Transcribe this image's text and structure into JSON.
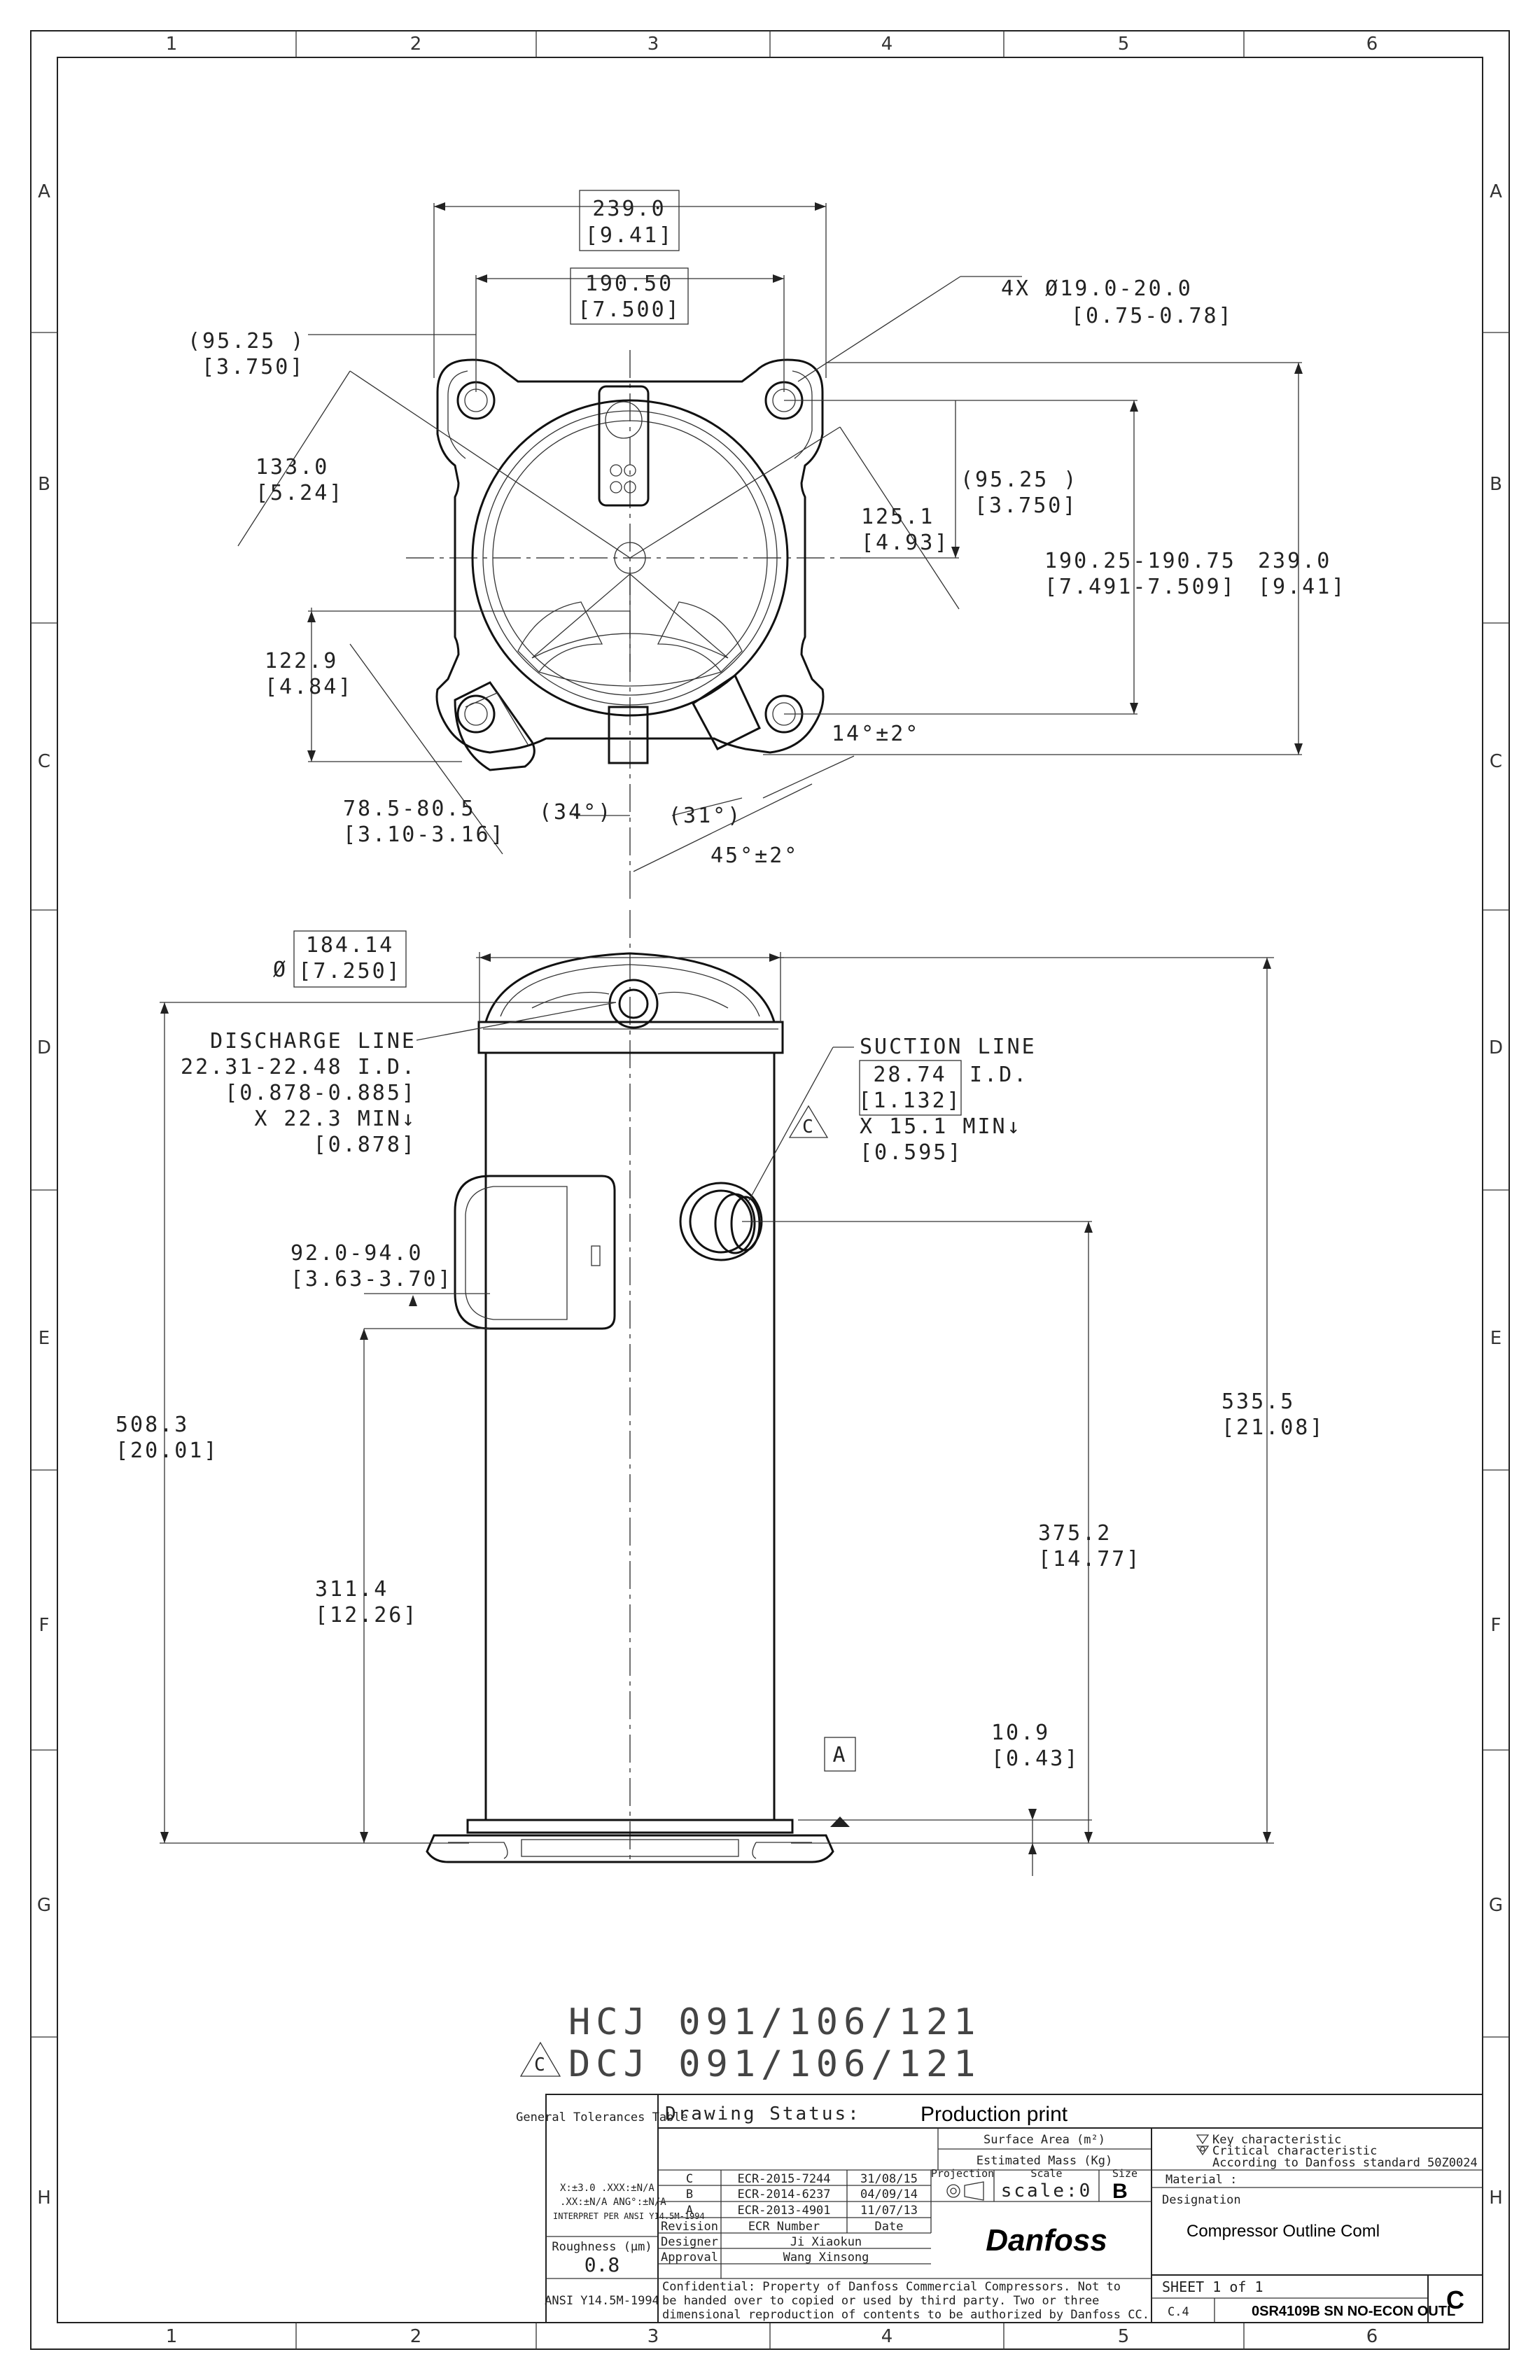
{
  "grid": {
    "columns": [
      "1",
      "2",
      "3",
      "4",
      "5",
      "6"
    ],
    "rows": [
      "A",
      "B",
      "C",
      "D",
      "E",
      "F",
      "G",
      "H"
    ]
  },
  "top_view": {
    "width_overall": "239.0",
    "width_overall_in": "[9.41]",
    "bolt_spacing": "190.50",
    "bolt_spacing_in": "[7.500]",
    "bolt_holes": "4X Ø19.0-20.0",
    "bolt_holes_in": "[0.75-0.78]",
    "half_spacing_left": "(95.25   )",
    "half_spacing_left_in": "[3.750]",
    "radius_133": "133.0",
    "radius_133_in": "[5.24]",
    "radius_125": "125.1",
    "radius_125_in": "[4.93]",
    "half_spacing_right": "(95.25   )",
    "half_spacing_right_in": "[3.750]",
    "bolt_spacing_v": "190.25-190.75",
    "bolt_spacing_v_in": "[7.491-7.509]",
    "height_overall": "239.0",
    "height_overall_in": "[9.41]",
    "offset_122": "122.9",
    "offset_122_in": "[4.84]",
    "range_78": "78.5-80.5",
    "range_78_in": "[3.10-3.16]",
    "angle_34": "(34°)",
    "angle_31": "(31°)",
    "angle_45": "45°±2°",
    "angle_14": "14°±2°"
  },
  "side_view": {
    "diameter": "184.14",
    "diameter_in": "[7.250]",
    "discharge_title": "DISCHARGE LINE",
    "discharge_id": "22.31-22.48 I.D.",
    "discharge_id_in": "[0.878-0.885]",
    "discharge_depth": "X 22.3 MIN↓",
    "discharge_depth_in": "[0.878]",
    "suction_title": "SUCTION LINE",
    "suction_id": "28.74",
    "suction_id_suffix": "I.D.",
    "suction_id_in": "[1.132]",
    "suction_depth": "X 15.1 MIN↓",
    "suction_depth_in": "[0.595]",
    "box_dim": "92.0-94.0",
    "box_dim_in": "[3.63-3.70]",
    "height_508": "508.3",
    "height_508_in": "[20.01]",
    "height_311": "311.4",
    "height_311_in": "[12.26]",
    "height_375": "375.2",
    "height_375_in": "[14.77]",
    "height_535": "535.5",
    "height_535_in": "[21.08]",
    "foot_10": "10.9",
    "foot_10_in": "[0.43]",
    "datum": "A",
    "revision_marker": "C"
  },
  "models": {
    "line1": "HCJ 091/106/121",
    "line2": "DCJ 091/106/121"
  },
  "title_block": {
    "tolerances_title": "General Tolerances Table",
    "tolerance_line1": "X:±3.0  .XXX:±N/A",
    "tolerance_line2": ".XX:±N/A ANG°:±N/A",
    "tolerance_line3": "INTERPRET PER ANSI Y14.5M-1994",
    "roughness_label": "Roughness (µm)",
    "roughness_value": "0.8",
    "standard": "ANSI Y14.5M-1994",
    "drawing_status_label": "Drawing Status:",
    "drawing_status": "Production print",
    "surface_area_label": "Surface Area (m²)",
    "mass_label": "Estimated Mass (Kg)",
    "projection_label": "Projection",
    "scale_label": "Scale",
    "scale_value": "scale:0",
    "size_label": "Size",
    "size_value": "B",
    "revisions": [
      {
        "rev": "C",
        "ecr": "ECR-2015-7244",
        "date": "31/08/15"
      },
      {
        "rev": "B",
        "ecr": "ECR-2014-6237",
        "date": "04/09/14"
      },
      {
        "rev": "A",
        "ecr": "ECR-2013-4901",
        "date": "11/07/13"
      }
    ],
    "revision_header": "Revision",
    "ecr_header": "ECR Number",
    "date_header": "Date",
    "designer_label": "Designer",
    "designer": "Ji Xiaokun",
    "approval_label": "Approval",
    "approver": "Wang Xinsong",
    "brand": "Danfoss",
    "key_char": "Key characteristic",
    "critical_char": "Critical characteristic",
    "standard_note": "According to Danfoss standard 50Z0024",
    "material_label": "Material :",
    "designation_label": "Designation",
    "designation": "Compressor Outline Coml",
    "confidential_1": "Confidential: Property of Danfoss Commercial Compressors. Not to",
    "confidential_2": "be handed over to copied or used by third party. Two or three",
    "confidential_3": "dimensional reproduction of contents to be authorized by Danfoss CC.",
    "sheet": "SHEET 1 of 1",
    "doc_code": "C.4",
    "doc_number": "0SR4109B SN NO-ECON OUTL",
    "revision_current": "C"
  }
}
